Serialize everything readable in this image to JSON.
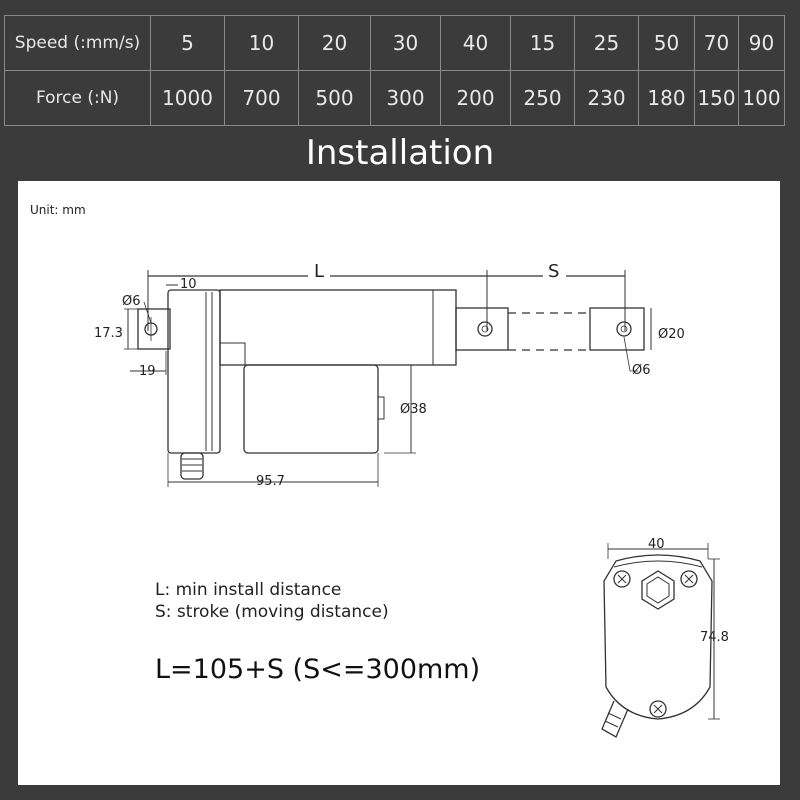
{
  "spec_table": {
    "speed_label": "Speed (:mm/s)",
    "force_label": "Force (:N)",
    "speeds": [
      "5",
      "10",
      "20",
      "30",
      "40",
      "15",
      "25",
      "50",
      "70",
      "90"
    ],
    "forces": [
      "1000",
      "700",
      "500",
      "300",
      "200",
      "250",
      "230",
      "180",
      "150",
      "100"
    ]
  },
  "section_title": "Installation",
  "drawing": {
    "unit": "Unit: mm",
    "dims": {
      "L": "L",
      "S": "S",
      "d10": "10",
      "dia6_left": "Ø6",
      "d17_3": "17.3",
      "d19": "19",
      "dia20": "Ø20",
      "dia6_right": "Ø6",
      "dia38": "Ø38",
      "d95_7": "95.7",
      "d40": "40",
      "d74_8": "74.8"
    },
    "legend": {
      "line1": "L: min install distance",
      "line2": "S: stroke (moving distance)"
    },
    "formula": "L=105+S (S<=300mm)"
  },
  "colors": {
    "background": "#3b3b3b",
    "panel": "#ffffff",
    "table_border": "#8a8a8a",
    "table_text": "#e8e8e8"
  }
}
